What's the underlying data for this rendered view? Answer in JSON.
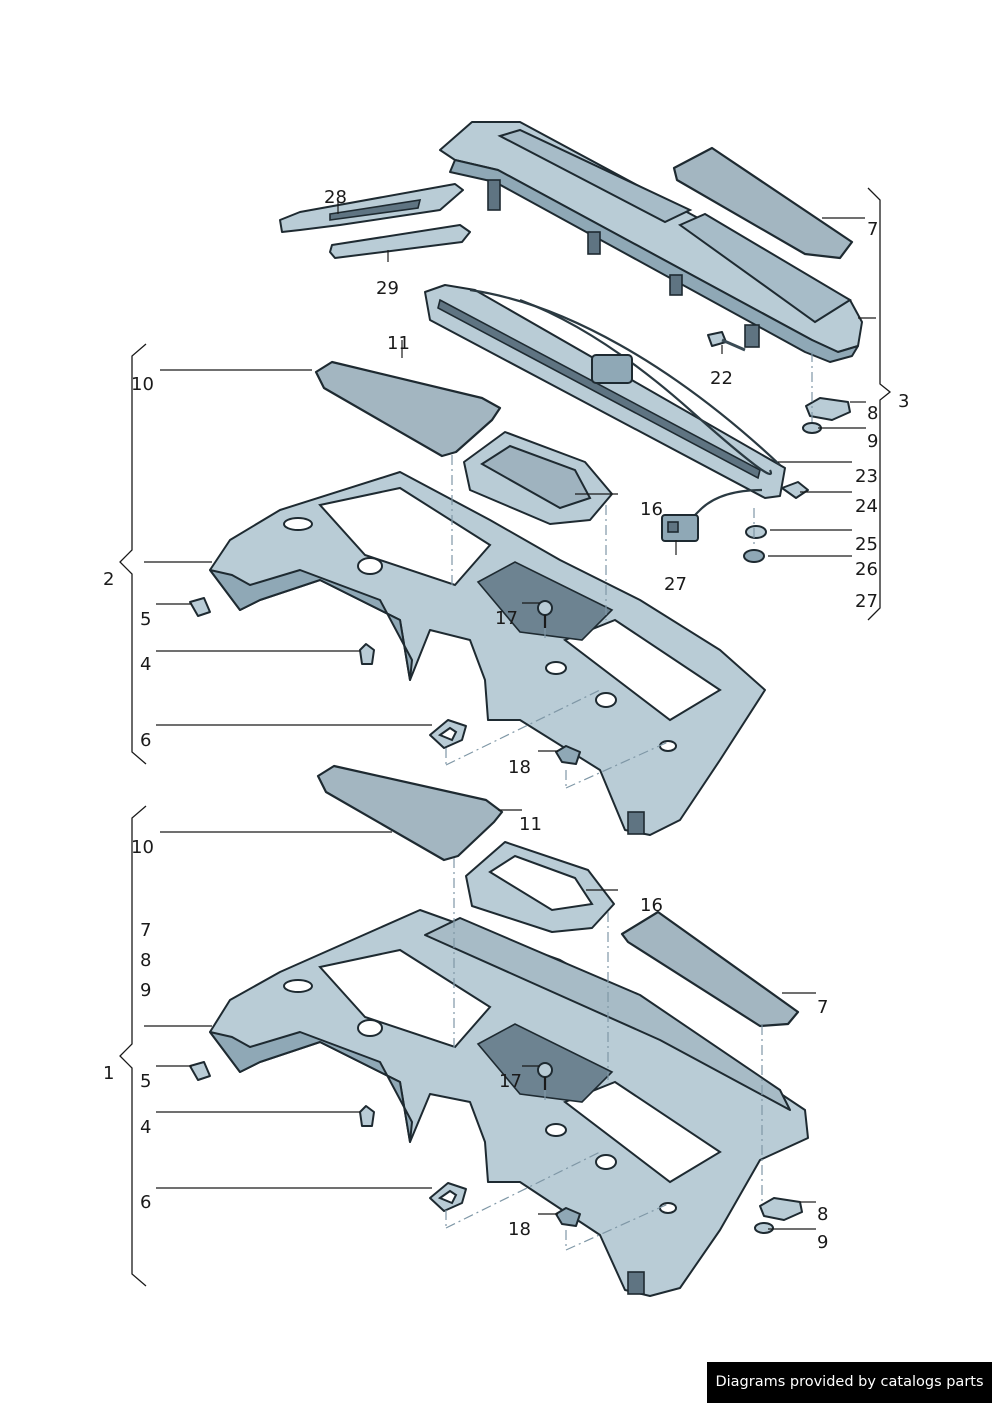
{
  "callouts": {
    "c28": "28",
    "c29": "29",
    "c7a": "7",
    "c3": "3",
    "c22": "22",
    "c8a": "8",
    "c9a": "9",
    "c23": "23",
    "c24": "24",
    "c25": "25",
    "c26": "26",
    "c27a": "27",
    "c27b": "27",
    "c11a": "11",
    "c10a": "10",
    "c2": "2",
    "c16a": "16",
    "c17a": "17",
    "c5a": "5",
    "c4a": "4",
    "c6a": "6",
    "c18a": "18",
    "c11b": "11",
    "c10b": "10",
    "c16b": "16",
    "c7b": "7",
    "c8b": "8",
    "c9b": "9",
    "c7c": "7",
    "c1": "1",
    "c5b": "5",
    "c17b": "17",
    "c4b": "4",
    "c6b": "6",
    "c18b": "18",
    "c8c": "8",
    "c9c": "9"
  },
  "credit": "Diagrams provided by catalogs parts"
}
